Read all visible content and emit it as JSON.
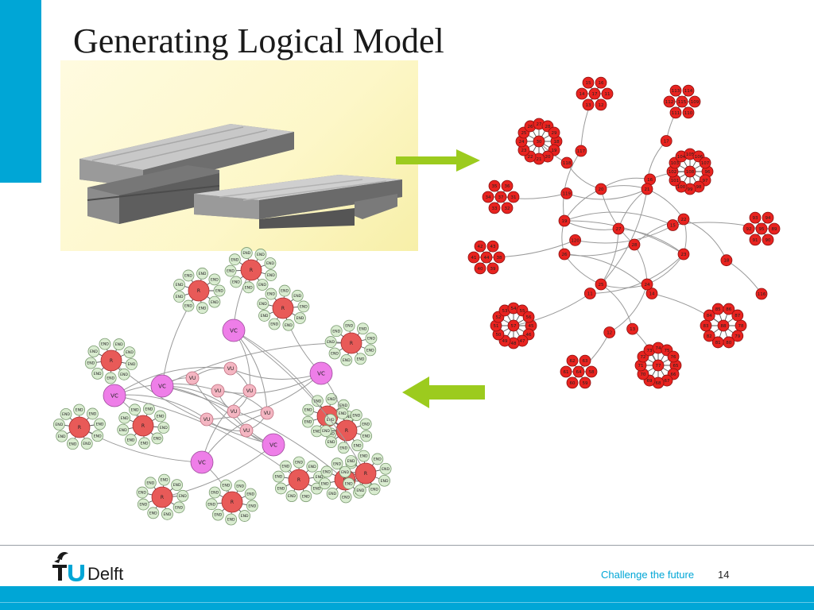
{
  "slide": {
    "title": "Generating Logical Model",
    "footer_tagline": "Challenge the future",
    "page_number": "14",
    "logo_text": "TUDelft"
  },
  "colors": {
    "accent": "#00a6d6",
    "arrow": "#9ccb1e",
    "node_red": "#e8231f",
    "node_pink": "#ee7ee8",
    "node_green": "#d9ecd0"
  },
  "diagram": {
    "red_graph_node_labels": [
      "11",
      "12",
      "13",
      "14",
      "15",
      "16",
      "17",
      "18",
      "19",
      "20",
      "21",
      "22",
      "23",
      "24",
      "25",
      "26",
      "27",
      "28",
      "29",
      "30",
      "31",
      "32",
      "33",
      "34",
      "35",
      "36",
      "37",
      "38",
      "39",
      "40",
      "41",
      "42",
      "43",
      "44",
      "45",
      "46",
      "47",
      "48",
      "49",
      "50",
      "51",
      "52",
      "53",
      "54",
      "55",
      "56",
      "57",
      "58",
      "59",
      "60",
      "61",
      "62",
      "63",
      "64",
      "65",
      "66",
      "67",
      "68",
      "69",
      "70",
      "71",
      "72",
      "73",
      "74",
      "75",
      "76",
      "77",
      "78",
      "79",
      "80",
      "81",
      "82",
      "83",
      "84",
      "85",
      "86",
      "87",
      "88",
      "89",
      "90",
      "91",
      "92",
      "93",
      "94",
      "95",
      "96",
      "97",
      "98",
      "99",
      "100",
      "101",
      "102",
      "103",
      "104",
      "105",
      "106",
      "107",
      "108",
      "109",
      "110",
      "111",
      "112",
      "113",
      "114",
      "115",
      "116",
      "117",
      "118",
      "119",
      "120"
    ],
    "logical_node_labels": {
      "vc": "VC",
      "vu": "VU",
      "end": "END",
      "room": "R"
    }
  }
}
